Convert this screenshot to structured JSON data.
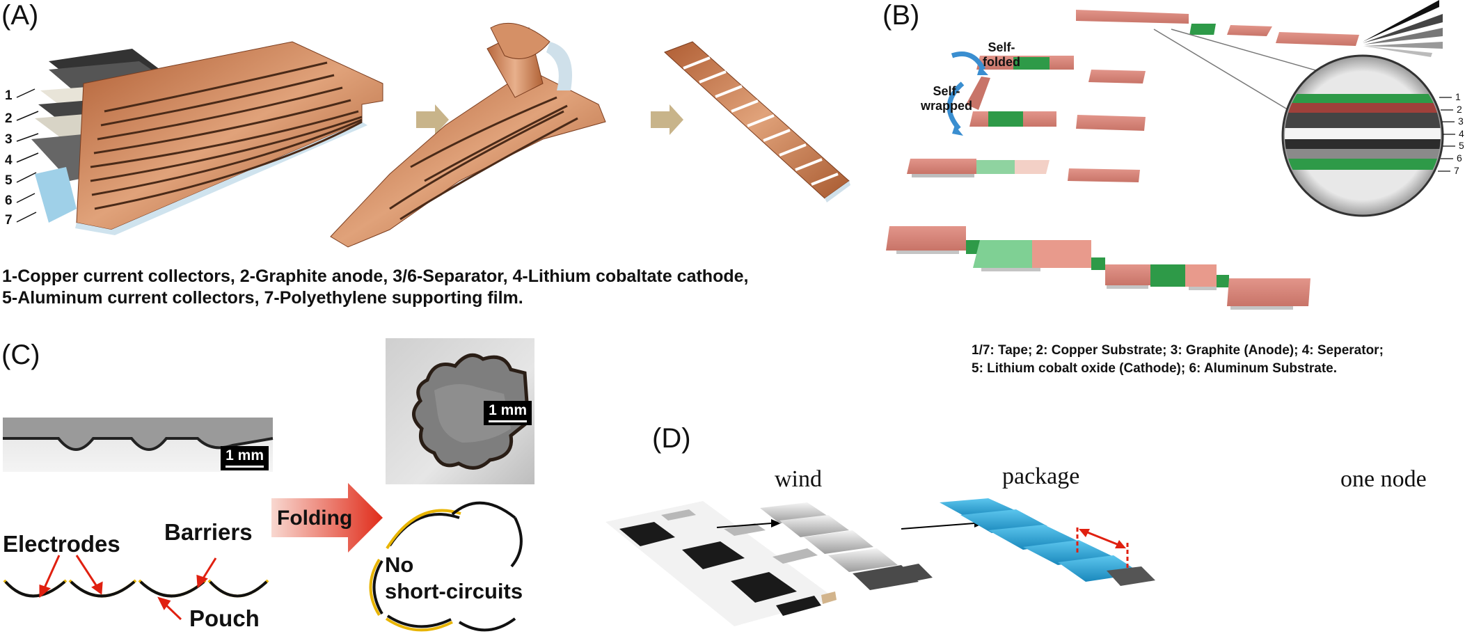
{
  "panelA": {
    "label": "(A)",
    "layer_numbers": [
      "1",
      "2",
      "3",
      "4",
      "5",
      "6",
      "7"
    ],
    "caption_line1": "1-Copper current collectors, 2-Graphite anode, 3/6-Separator, 4-Lithium cobaltate cathode,",
    "caption_line2": "5-Aluminum current collectors, 7-Polyethylene supporting film."
  },
  "panelB": {
    "label": "(B)",
    "self_folded": "Self-\nfolded",
    "self_wrapped": "Self-\nwrapped",
    "layer_numbers": [
      "1",
      "2",
      "3",
      "4",
      "5",
      "6",
      "7"
    ],
    "caption_line1": "1/7: Tape; 2: Copper Substrate; 3: Graphite (Anode); 4: Seperator;",
    "caption_line2": "5: Lithium cobalt oxide (Cathode); 6: Aluminum Substrate."
  },
  "panelC": {
    "label": "(C)",
    "scale1": "1 mm",
    "scale2": "1 mm",
    "electrodes": "Electrodes",
    "barriers": "Barriers",
    "pouch": "Pouch",
    "folding": "Folding",
    "no_short_1": "No",
    "no_short_2": "short-circuits"
  },
  "panelD": {
    "label": "(D)",
    "wind": "wind",
    "package": "package",
    "one_node": "one node"
  },
  "colors": {
    "copper": "#c8784a",
    "copper_dark": "#8a4a26",
    "pink": "#d9887a",
    "green": "#2e9a48",
    "blue_arrow": "#3a8ed0",
    "red_arrow": "#e03020",
    "node_blue": "#2aa6d8"
  }
}
